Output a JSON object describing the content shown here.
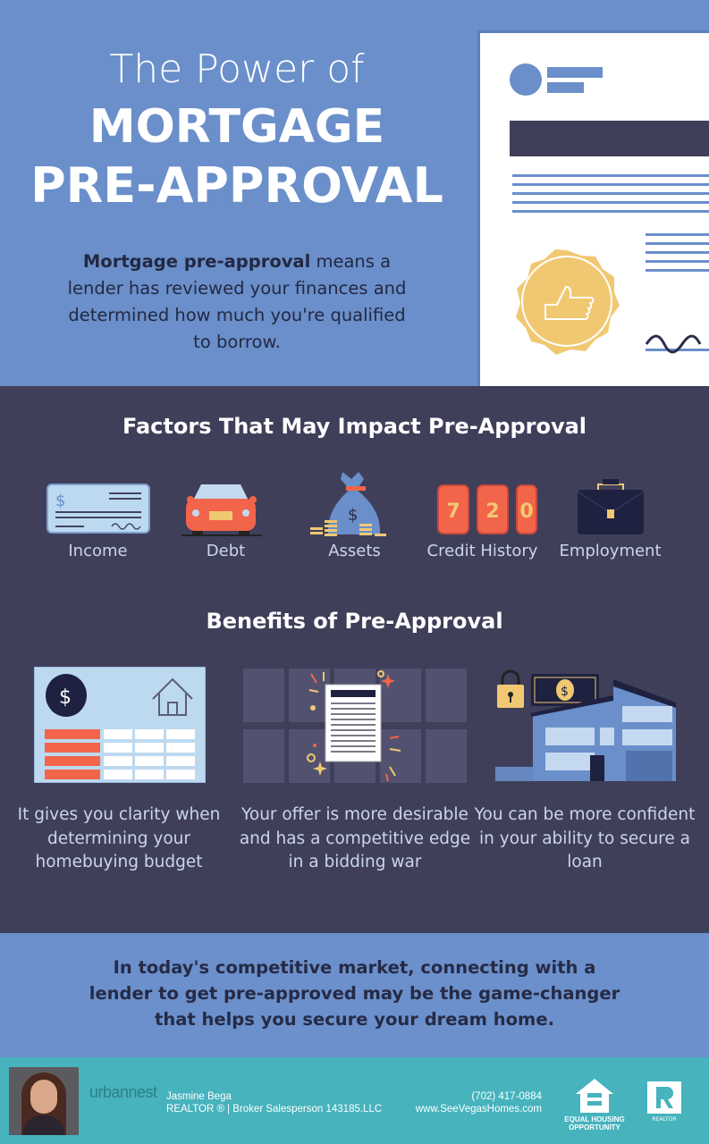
{
  "header": {
    "title_line1": "The Power of",
    "title_line2": "MORTGAGE",
    "title_line3": "PRE-APPROVAL",
    "intro_bold": "Mortgage pre-approval",
    "intro_rest": " means a lender has reviewed your finances and determined how much you're qualified to borrow."
  },
  "factors": {
    "heading": "Factors That May Impact Pre-Approval",
    "items": [
      {
        "label": "Income",
        "icon": "check-icon"
      },
      {
        "label": "Debt",
        "icon": "car-icon"
      },
      {
        "label": "Assets",
        "icon": "money-bag-icon"
      },
      {
        "label": "Credit History",
        "icon": "credit-score-icon",
        "digits": [
          "7",
          "2",
          "0"
        ]
      },
      {
        "label": "Employment",
        "icon": "briefcase-icon"
      }
    ]
  },
  "benefits": {
    "heading": "Benefits of Pre-Approval",
    "items": [
      {
        "text": "It gives you clarity when determining your homebuying budget",
        "icon": "budget-sheet-icon"
      },
      {
        "text": "Your offer is more desirable and has a competitive edge in a bidding war",
        "icon": "standout-offer-icon"
      },
      {
        "text": "You can be more confident in your ability to secure a loan",
        "icon": "house-security-icon"
      }
    ]
  },
  "outro": "In today's competitive market, connecting with a lender to get pre-approved may be the game-changer that helps you secure your dream home.",
  "footer": {
    "name": "Jasmine Bega",
    "role": "REALTOR ® | Broker Salesperson 143185.LLC",
    "phone": "(702) 417-0884",
    "website": "www.SeeVegasHomes.com",
    "brand_logo": "urbannest",
    "eho_text": "EQUAL HOUSING OPPORTUNITY",
    "realtor_text": "REALTOR"
  },
  "colors": {
    "blue": "#6a8fca",
    "dark": "#403f5a",
    "teal": "#46b3bd",
    "gold": "#f1c872",
    "red": "#f2654a"
  }
}
